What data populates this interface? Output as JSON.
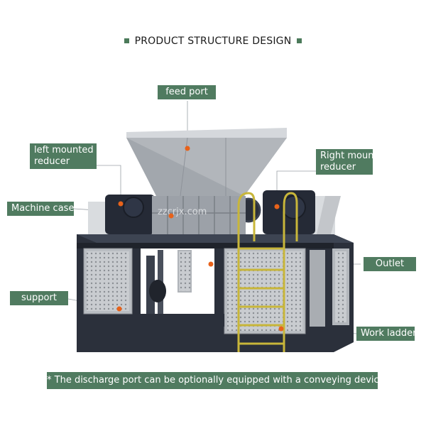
{
  "title": "PRODUCT STRUCTURE DESIGN",
  "labels": {
    "feed_port": "feed port",
    "left_reducer_line1": "left mounted",
    "left_reducer_line2": "reducer",
    "right_reducer_line1": "Right moun",
    "right_reducer_line2": "reducer",
    "machine_case": "Machine case",
    "outlet": "Outlet",
    "support": "support",
    "work_ladder": "Work ladder"
  },
  "watermark": "zzcrjx.com",
  "note": "* The discharge port can be optionally equipped with a conveying device",
  "colors": {
    "label_bg": "#507b60",
    "marker": "#e8621a",
    "frame": "#2a2f3a",
    "hopper": "#9ea3aa",
    "ladder": "#c8b63a"
  }
}
